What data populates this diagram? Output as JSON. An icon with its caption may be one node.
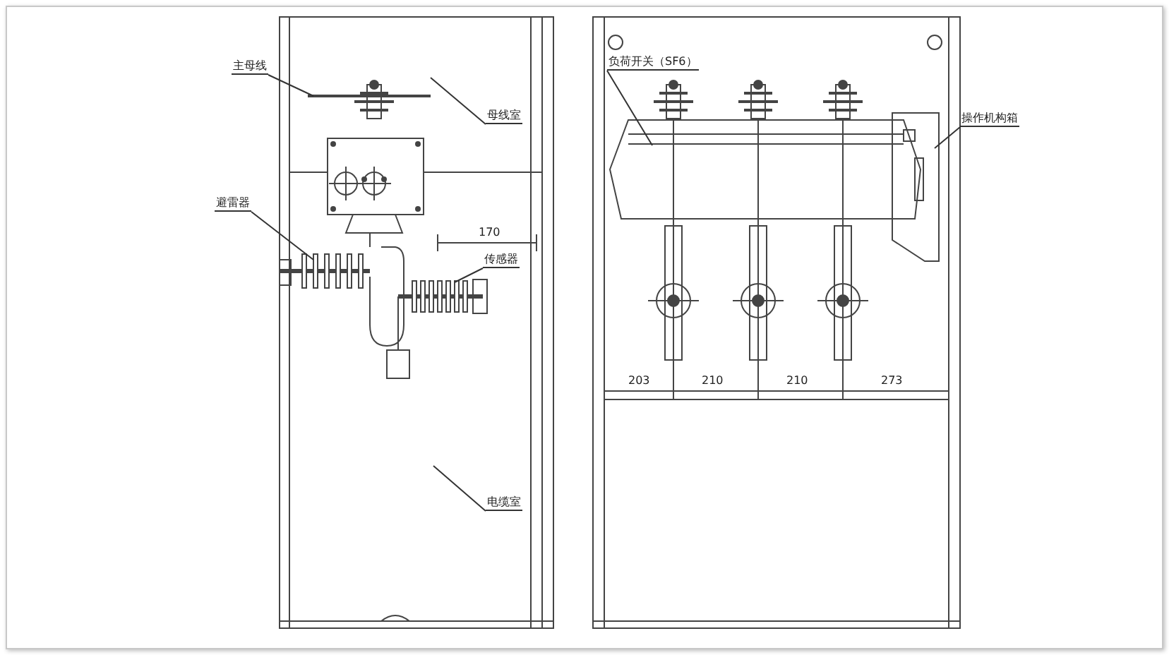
{
  "diagram": {
    "nodes": [
      {
        "text": [
          "主母线"
        ]
      },
      {
        "text": [
          "母线室"
        ]
      },
      {
        "text": [
          "避雷器"
        ]
      },
      {
        "text": [
          "传感器"
        ]
      },
      {
        "text": [
          "电缆室"
        ]
      },
      {
        "text": [
          "负荷开关（SF6）"
        ]
      },
      {
        "text": [
          "操作机构箱"
        ]
      }
    ],
    "edges": [
      {
        "from": 0,
        "to": null,
        "arrow": "none"
      },
      {
        "from": 1,
        "to": null,
        "arrow": "none"
      },
      {
        "from": 2,
        "to": null,
        "arrow": "none"
      },
      {
        "from": 3,
        "to": null,
        "arrow": "none"
      },
      {
        "from": 4,
        "to": null,
        "arrow": "none"
      },
      {
        "from": 5,
        "to": null,
        "arrow": "none"
      },
      {
        "from": 6,
        "to": null,
        "arrow": "none"
      }
    ],
    "labels": [
      "170",
      "203",
      "210",
      "210",
      "273"
    ]
  }
}
